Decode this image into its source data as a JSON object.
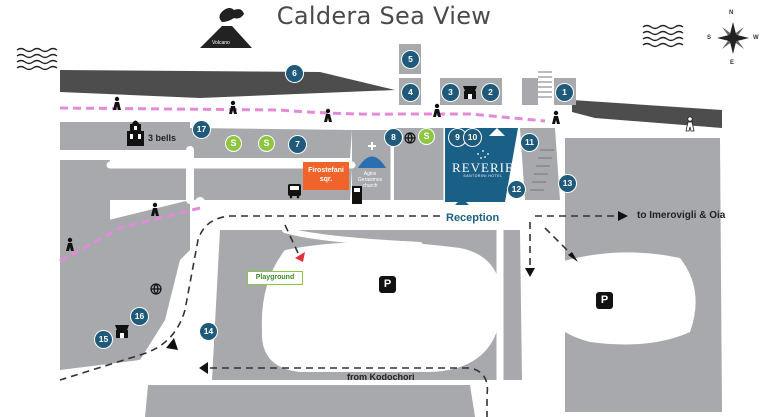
{
  "title": "Caldera Sea View",
  "volcano_label": "Volcano",
  "bells_label": "3 bells",
  "firostefani_label": "Firostefani sqr.",
  "church_label": "Agios Gerasimos church",
  "hotel_name": "REVERIE",
  "hotel_subtitle": "SANTORINI HOTEL",
  "reception_label": "Reception",
  "imerovigli_label": "to Imerovigli & Oia",
  "kodochori_label": "from Kodochori",
  "playground_label": "Playground",
  "parking_label": "P",
  "shop_label": "S",
  "compass": {
    "n": "N",
    "e": "E",
    "s": "S",
    "w": "W"
  },
  "numbered_points": [
    "1",
    "2",
    "3",
    "4",
    "5",
    "6",
    "7",
    "8",
    "9",
    "10",
    "11",
    "12",
    "13",
    "14",
    "15",
    "16",
    "17"
  ],
  "icons": [
    "volcano-icon",
    "waves-icon",
    "compass-icon",
    "pedestrian-icon",
    "bus-icon",
    "atm-icon",
    "shop-icon",
    "bell-tower-icon",
    "church-dome-icon",
    "parking-icon",
    "globe-icon"
  ],
  "colors": {
    "block": "#a7a9ac",
    "road_dark": "#4d4d4d",
    "hotel": "#1a5f86",
    "marker": "#1f5a7a",
    "shop": "#8dc63f",
    "path": "#e48ad8",
    "firostefani": "#f0632a",
    "route": "#333333"
  }
}
